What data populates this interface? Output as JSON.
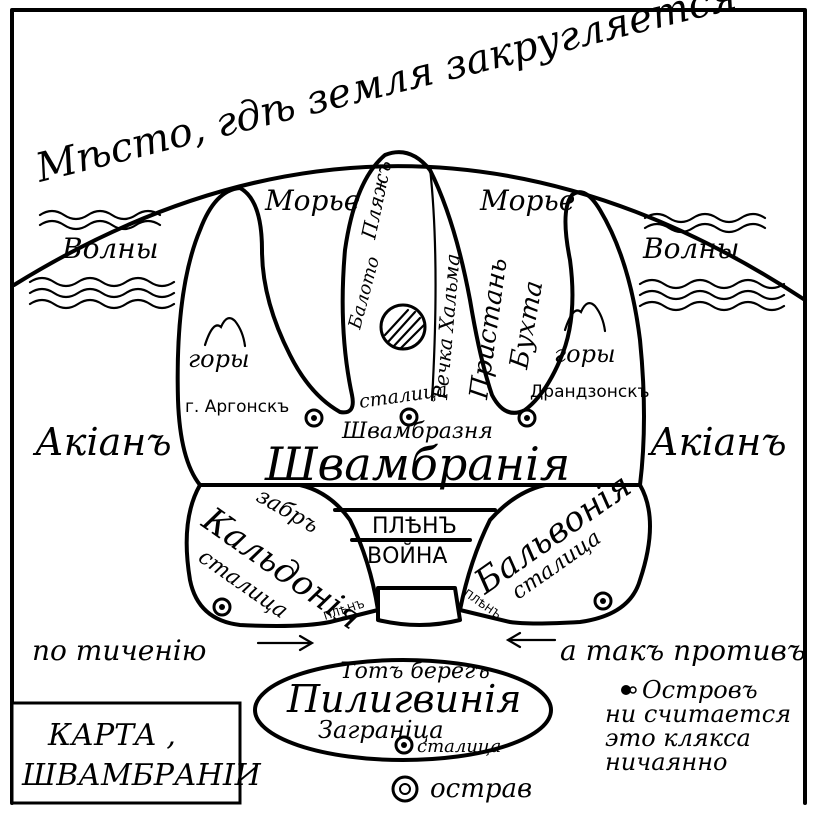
{
  "map": {
    "edge_label": "Мѣсто, гдѣ земля закругляется",
    "waves_left": "Волны",
    "waves_right": "Волны",
    "sea_left": "Морье",
    "sea_right": "Морье",
    "ocean_left": "Акiанъ",
    "ocean_right": "Акiанъ",
    "beach": "Пляжъ",
    "swamp": "Балото",
    "river": "Речка Хальма",
    "pier": "Пристань",
    "bay": "Бухта",
    "mountains_left": "горы",
    "mountains_right": "горы",
    "city_left": "г. Аргонскъ",
    "city_right": "Драндзонскъ",
    "capital_label": "сталица",
    "capital_name": "Швамбразня",
    "country_main": "Швамбранiя",
    "fence": "забръ",
    "kaldonia": "Кальдонiя",
    "kaldonia_capital": "сталица",
    "captivity": "ПЛѢНЪ",
    "war": "ВОЙНА",
    "balvonia": "Бальвонiя",
    "balvonia_capital": "сталица",
    "captive_left": "ПЛѢНЪ",
    "captive_right": "ПЛѢНЪ",
    "current_left": "по тиченiю",
    "current_right": "а такъ противъ",
    "other_shore": "Тотъ берегъ",
    "piligvinia": "Пилигвинiя",
    "abroad": "Загранiца",
    "piligvinia_capital": "сталица",
    "island_word": "острав",
    "note_lines": [
      "Островъ",
      "ни считается",
      "это кляксa",
      "ничаянно"
    ],
    "title_lines": [
      "КАРТА ,",
      "ШВАМБРАНIИ"
    ]
  }
}
